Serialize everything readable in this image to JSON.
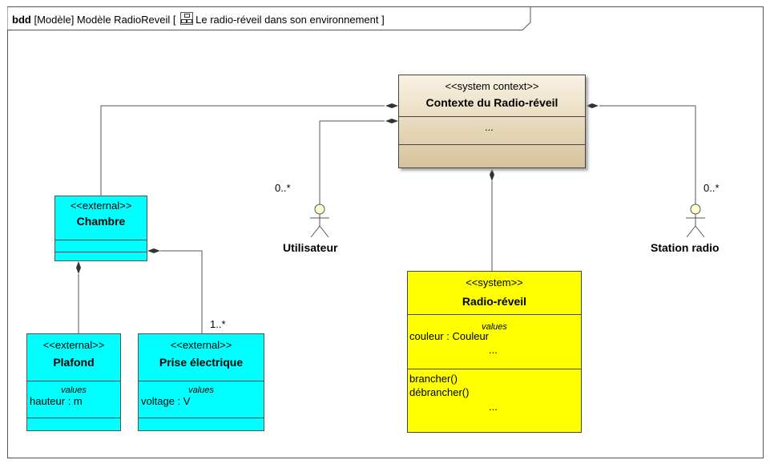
{
  "header": {
    "kind": "bdd",
    "prefix": "[Modèle] Modèle RadioReveil [",
    "title": "Le radio-réveil dans son environnement",
    "suffix": "]",
    "icon": "diagram-icon"
  },
  "context": {
    "stereotype": "<<system context>>",
    "name": "Contexte du Radio-réveil",
    "ellipsis": "..."
  },
  "chambre": {
    "stereotype": "<<external>>",
    "name": "Chambre"
  },
  "plafond": {
    "stereotype": "<<external>>",
    "name": "Plafond",
    "values_label": "values",
    "values": [
      "hauteur : m"
    ]
  },
  "prise": {
    "stereotype": "<<external>>",
    "name": "Prise électrique",
    "values_label": "values",
    "values": [
      "voltage : V"
    ]
  },
  "radio": {
    "stereotype": "<<system>>",
    "name": "Radio-réveil",
    "values_label": "values",
    "values": [
      "couleur : Couleur",
      "..."
    ],
    "operations": [
      "brancher()",
      "débrancher()",
      "..."
    ]
  },
  "actors": {
    "utilisateur": {
      "name": "Utilisateur",
      "multiplicity": "0..*"
    },
    "station": {
      "name": "Station radio",
      "multiplicity": "0..*"
    }
  },
  "multiplicities": {
    "prise": "1..*"
  },
  "colors": {
    "external": "#00ffff",
    "system": "#ffff00",
    "context_top": "#f9f2e3",
    "context_bottom": "#d7c39b",
    "actor_head": "#ffffcc"
  }
}
